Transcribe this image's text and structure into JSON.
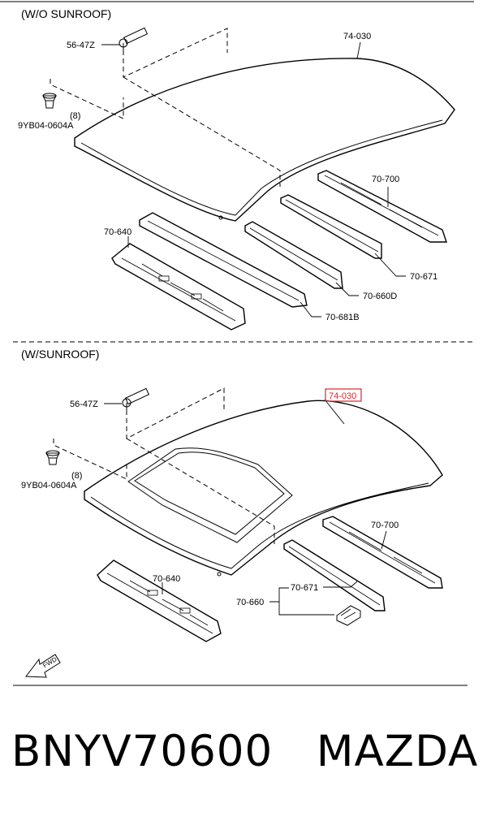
{
  "sections": [
    {
      "heading": "(W/O SUNROOF)",
      "labels": {
        "p1": "56-47Z",
        "p2": "74-030",
        "p3": "(8)",
        "p4": "9YB04-0604A",
        "p5": "70-700",
        "p6": "70-640",
        "p7": "70-671",
        "p8": "70-660D",
        "p9": "70-681B"
      }
    },
    {
      "heading": "(W/SUNROOF)",
      "labels": {
        "p1": "56-47Z",
        "p2": "74-030",
        "p3": "(8)",
        "p4": "9YB04-0604A",
        "p5": "70-700",
        "p6": "70-640",
        "p7": "70-671",
        "p8": "70-660"
      }
    }
  ],
  "fwd_label": "FWD",
  "footer": {
    "part_number": "BNYV70600",
    "brand": "MAZDA"
  },
  "colors": {
    "highlight": "#d9242b"
  }
}
